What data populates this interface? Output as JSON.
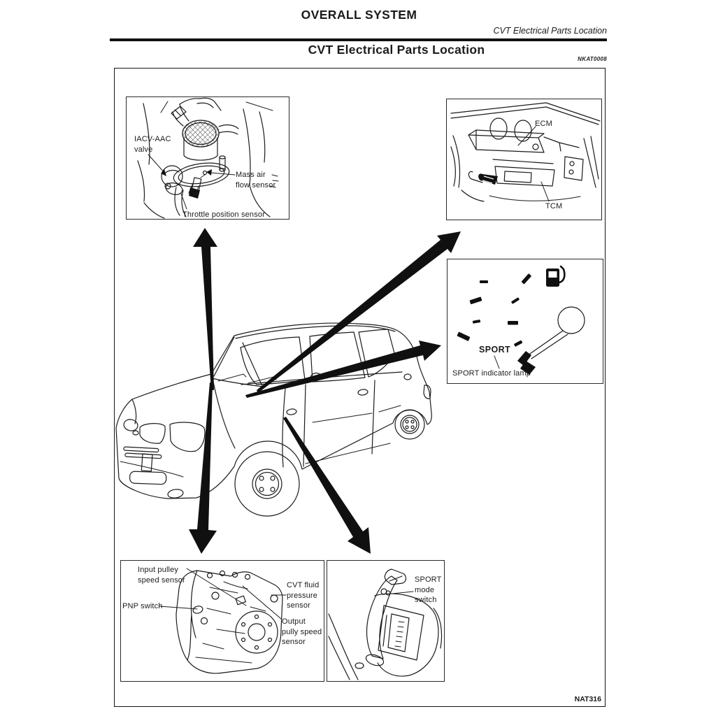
{
  "colors": {
    "ink": "#1b1b1b",
    "paper": "#ffffff",
    "rule": "#111111"
  },
  "header": {
    "title": "OVERALL SYSTEM",
    "breadcrumb": "CVT Electrical Parts Location"
  },
  "section": {
    "title": "CVT Electrical Parts Location",
    "code": "NKAT0008"
  },
  "figure": {
    "code": "NAT316",
    "labels": {
      "iacv_valve": "IACV-AAC\nvalve",
      "mass_air_flow_sensor": "Mass air\nflow sensor",
      "throttle_position_sensor": "Throttle position sensor",
      "ecm": "ECM",
      "tcm": "TCM",
      "sport_indicator": "SPORT",
      "sport_indicator_lamp": "SPORT indicator lamp",
      "input_pulley_speed_sensor": "Input pulley\nspeed sensor",
      "pnp_switch": "PNP switch",
      "cvt_fluid_pressure_sensor": "CVT fluid\npressure\nsensor",
      "output_pulley_speed_sensor": "Output\npully speed\nsensor",
      "sport_mode_switch": "SPORT\nmode\nswitch"
    },
    "icons": [
      "fuel-pump-icon"
    ]
  }
}
